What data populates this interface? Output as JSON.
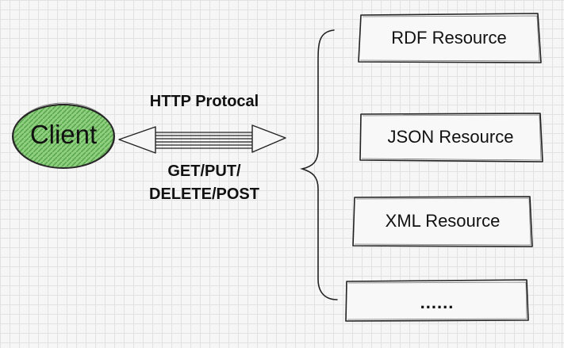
{
  "client": {
    "label": "Client",
    "fill_color": "#7dc66e"
  },
  "protocol": {
    "title": "HTTP Protocal",
    "methods_line1": "GET/PUT/",
    "methods_line2": "DELETE/POST"
  },
  "resources": [
    {
      "label": "RDF Resource"
    },
    {
      "label": "JSON Resource"
    },
    {
      "label": "XML Resource"
    },
    {
      "label": "......"
    }
  ]
}
